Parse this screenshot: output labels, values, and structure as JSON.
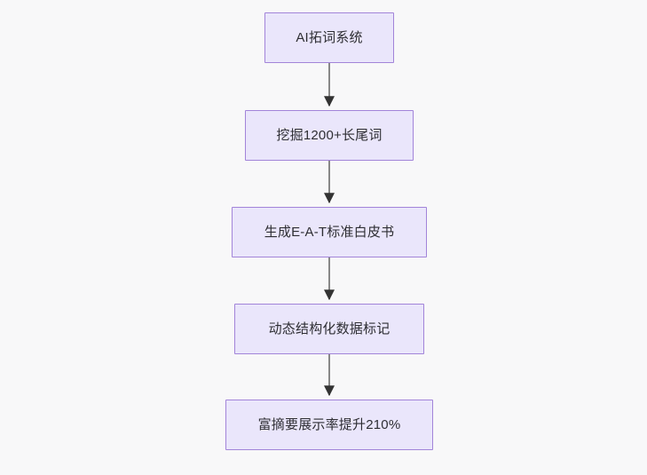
{
  "diagram": {
    "type": "flowchart",
    "orientation": "top-to-bottom",
    "background_color": "#f8f8f9",
    "node_fill_color": "#eae6fb",
    "node_border_color": "#a284d9",
    "node_text_color": "#2e2e33",
    "edge_color": "#888888",
    "arrowhead_color": "#333333",
    "nodes": [
      {
        "id": "node-1",
        "label": "AI拓词系统"
      },
      {
        "id": "node-2",
        "label": "挖掘1200+长尾词"
      },
      {
        "id": "node-3",
        "label": "生成E-A-T标准白皮书"
      },
      {
        "id": "node-4",
        "label": "动态结构化数据标记"
      },
      {
        "id": "node-5",
        "label": "富摘要展示率提升210%"
      }
    ],
    "edges": [
      {
        "id": "edge-1-2",
        "from": "node-1",
        "to": "node-2",
        "label": ""
      },
      {
        "id": "edge-2-3",
        "from": "node-2",
        "to": "node-3",
        "label": ""
      },
      {
        "id": "edge-3-4",
        "from": "node-3",
        "to": "node-4",
        "label": ""
      },
      {
        "id": "edge-4-5",
        "from": "node-4",
        "to": "node-5",
        "label": ""
      }
    ]
  }
}
